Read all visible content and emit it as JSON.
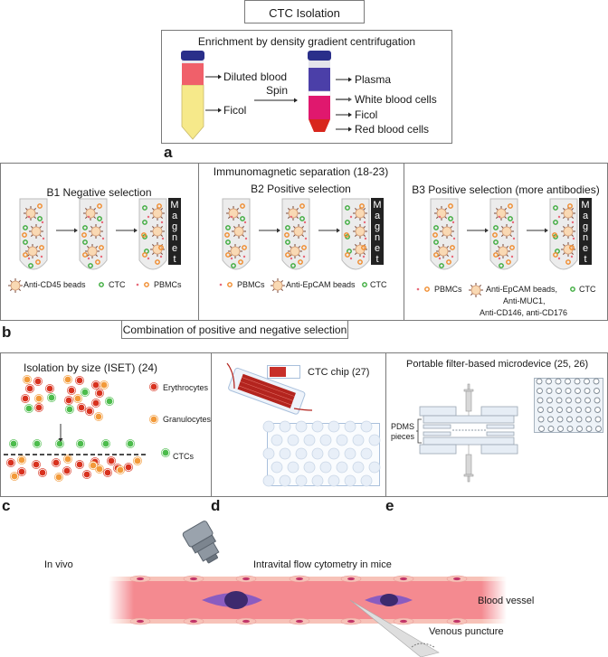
{
  "title": "CTC Isolation",
  "panel_a": {
    "label": "a",
    "heading": "Enrichment by density gradient centrifugation",
    "left_tube_layers": [
      "Diluted blood",
      "Ficol"
    ],
    "spin_label": "Spin",
    "right_tube_layers": [
      "Plasma",
      "White blood cells",
      "Ficol",
      "Red blood cells"
    ],
    "colors": {
      "cap": "#2a2f8a",
      "diluted_blood": "#f0606a",
      "ficol_yellow": "#f6e98a",
      "plasma": "#4b3fa8",
      "ficol_magenta": "#e0186e",
      "red_cells": "#d8261c"
    }
  },
  "panel_b": {
    "label": "b",
    "heading": "Immunomagnetic separation (18-23)",
    "magnet_letters": [
      "M",
      "a",
      "g",
      "n",
      "e",
      "t"
    ],
    "subpanels": [
      {
        "title": "B1 Negative selection",
        "legend": [
          {
            "icon": "bead-icon",
            "text": "Anti-CD45 beads"
          },
          {
            "icon": "green-cell-icon",
            "text": "CTC"
          },
          {
            "icon": "pbmc-icon",
            "text": "PBMCs"
          }
        ]
      },
      {
        "title": "B2 Positive selection",
        "legend": [
          {
            "icon": "pbmc-icon",
            "text": "PBMCs"
          },
          {
            "icon": "bead-icon",
            "text": "Anti-EpCAM beads"
          },
          {
            "icon": "green-cell-icon",
            "text": "CTC"
          }
        ]
      },
      {
        "title": "B3 Positive selection (more antibodies)",
        "legend": [
          {
            "icon": "pbmc-icon",
            "text": "PBMCs"
          },
          {
            "icon": "bead-icon",
            "text": "Anti-EpCAM beads,"
          },
          {
            "icon": "green-cell-icon",
            "text": "CTC"
          }
        ],
        "legend_extra": [
          "Anti-MUC1,",
          "Anti-CD146, anti-CD176"
        ]
      }
    ],
    "combination": "Combination of positive and negative selection"
  },
  "panel_c": {
    "label": "c",
    "heading": "Isolation by size (ISET) (24)",
    "legend": [
      "Erythrocytes",
      "Granulocytes",
      "CTCs"
    ],
    "colors": {
      "erythrocyte": "#d8321f",
      "granulocyte": "#f29a3a",
      "ctc": "#4cbc4c"
    }
  },
  "panel_d": {
    "label": "d",
    "heading": "CTC chip (27)"
  },
  "panel_e": {
    "label": "e",
    "heading": "Portable filter-based microdevice (25, 26)",
    "pdms_label_1": "PDMS",
    "pdms_label_2": "pieces"
  },
  "in_vivo": {
    "label": "In vivo",
    "microscope_label": "Intravital flow cytometry in mice",
    "vessel_label": "Blood vessel",
    "puncture_label": "Venous puncture",
    "colors": {
      "vessel": "#f48a90",
      "wall": "#f7c2b8",
      "cell": "#8a5cc0",
      "nucleus": "#3d2a6e"
    }
  }
}
